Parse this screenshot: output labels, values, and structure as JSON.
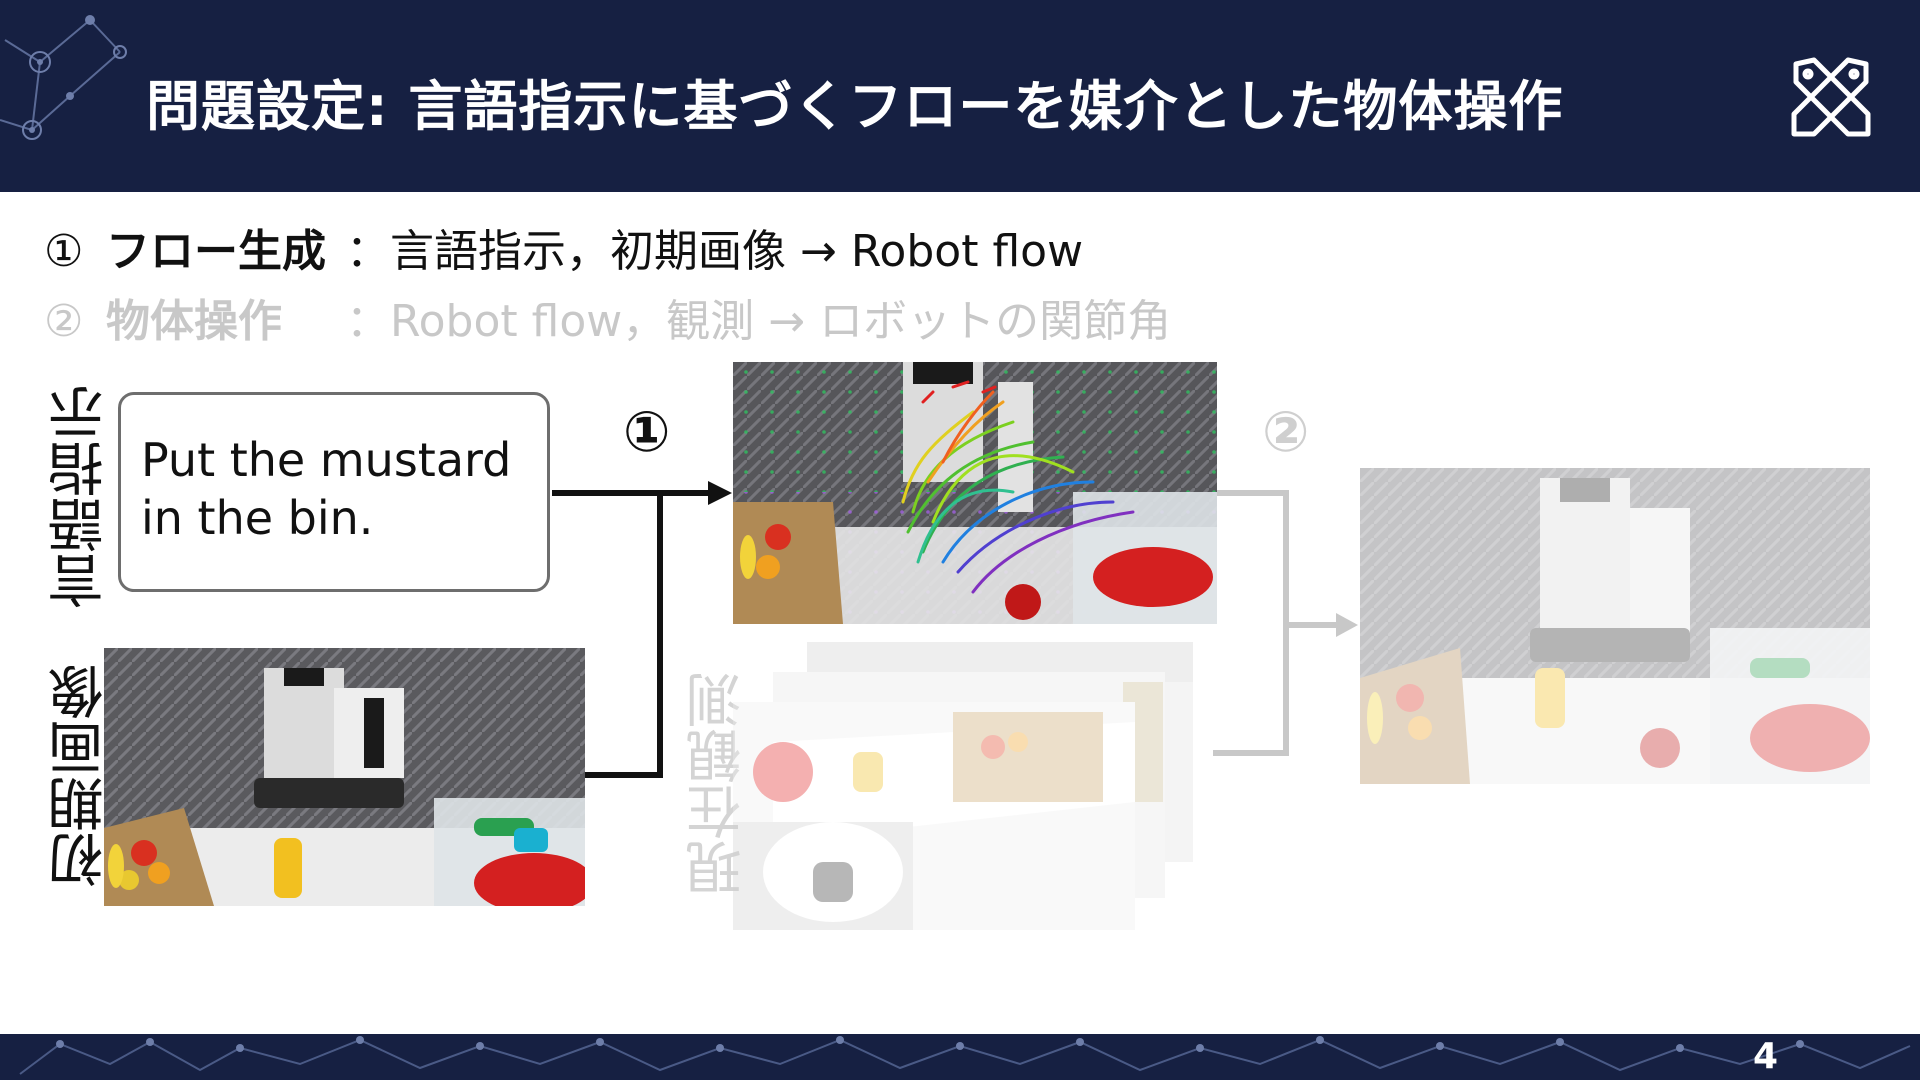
{
  "header": {
    "title": "問題設定: 言語指示に基づくフローを媒介とした物体操作"
  },
  "steps": [
    {
      "num": "①",
      "name": "フロー生成",
      "desc": "：言語指示，初期画像 → Robot flow"
    },
    {
      "num": "②",
      "name": "物体操作",
      "desc": "：Robot flow，観測 → ロボットの関節角"
    }
  ],
  "labels": {
    "language": "言語指示",
    "initial_image": "初期画像",
    "current_obs": "現在観測"
  },
  "instruction": {
    "line1": "Put the mustard",
    "line2": "in the bin."
  },
  "markers": {
    "one": "①",
    "two": "②"
  },
  "footer": {
    "page_number": "4"
  },
  "colors": {
    "navy": "#162042",
    "step_inactive": "#c8c8c8"
  }
}
